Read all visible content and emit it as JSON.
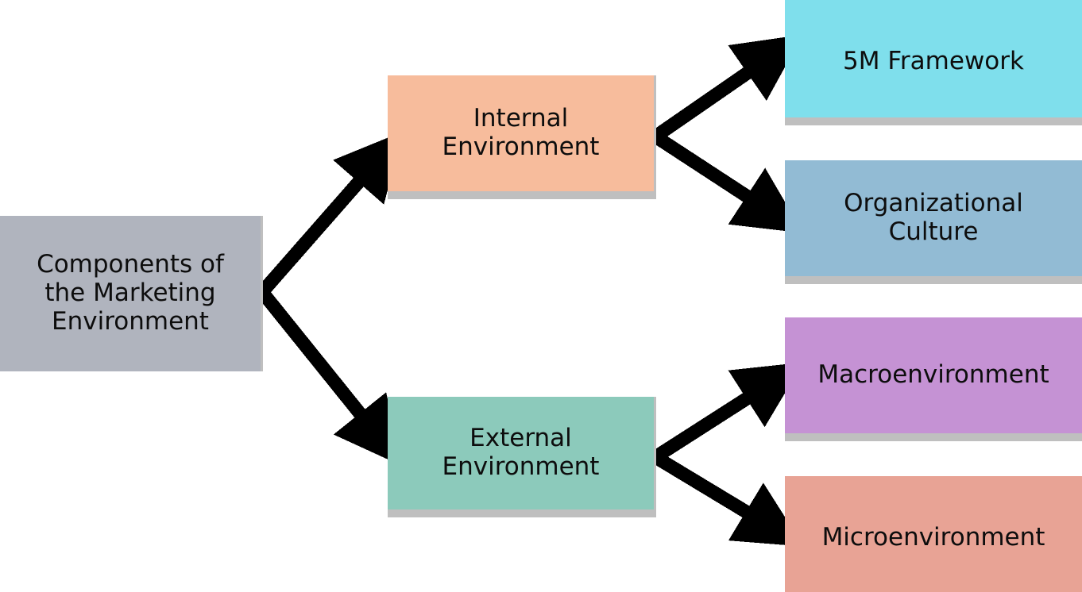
{
  "diagram": {
    "title_text": "Components of\nthe Marketing\nEnvironment",
    "background_color": "#ffffff",
    "text_color": "#0d0d0d",
    "connector_color": "#000000",
    "shadow_color": "#bfbfbf",
    "nodes": {
      "root": {
        "label": "Components of\nthe Marketing\nEnvironment",
        "color": "#b0b4be"
      },
      "internal": {
        "label": "Internal\nEnvironment",
        "color": "#f7bc9c"
      },
      "external": {
        "label": "External\nEnvironment",
        "color": "#8ccabb"
      },
      "five_m": {
        "label": "5M Framework",
        "color": "#7fdfec"
      },
      "culture": {
        "label": "Organizational\nCulture",
        "color": "#92bbd4"
      },
      "macro": {
        "label": "Macroenvironment",
        "color": "#c592d4"
      },
      "micro": {
        "label": "Microenvironment",
        "color": "#e8a395"
      }
    },
    "connections": [
      {
        "name": "root-to-internal",
        "from": "root",
        "to": "internal"
      },
      {
        "name": "root-to-external",
        "from": "root",
        "to": "external"
      },
      {
        "name": "internal-to-5m",
        "from": "internal",
        "to": "five_m"
      },
      {
        "name": "internal-to-culture",
        "from": "internal",
        "to": "culture"
      },
      {
        "name": "external-to-macro",
        "from": "external",
        "to": "macro"
      },
      {
        "name": "external-to-micro",
        "from": "external",
        "to": "micro"
      }
    ]
  }
}
